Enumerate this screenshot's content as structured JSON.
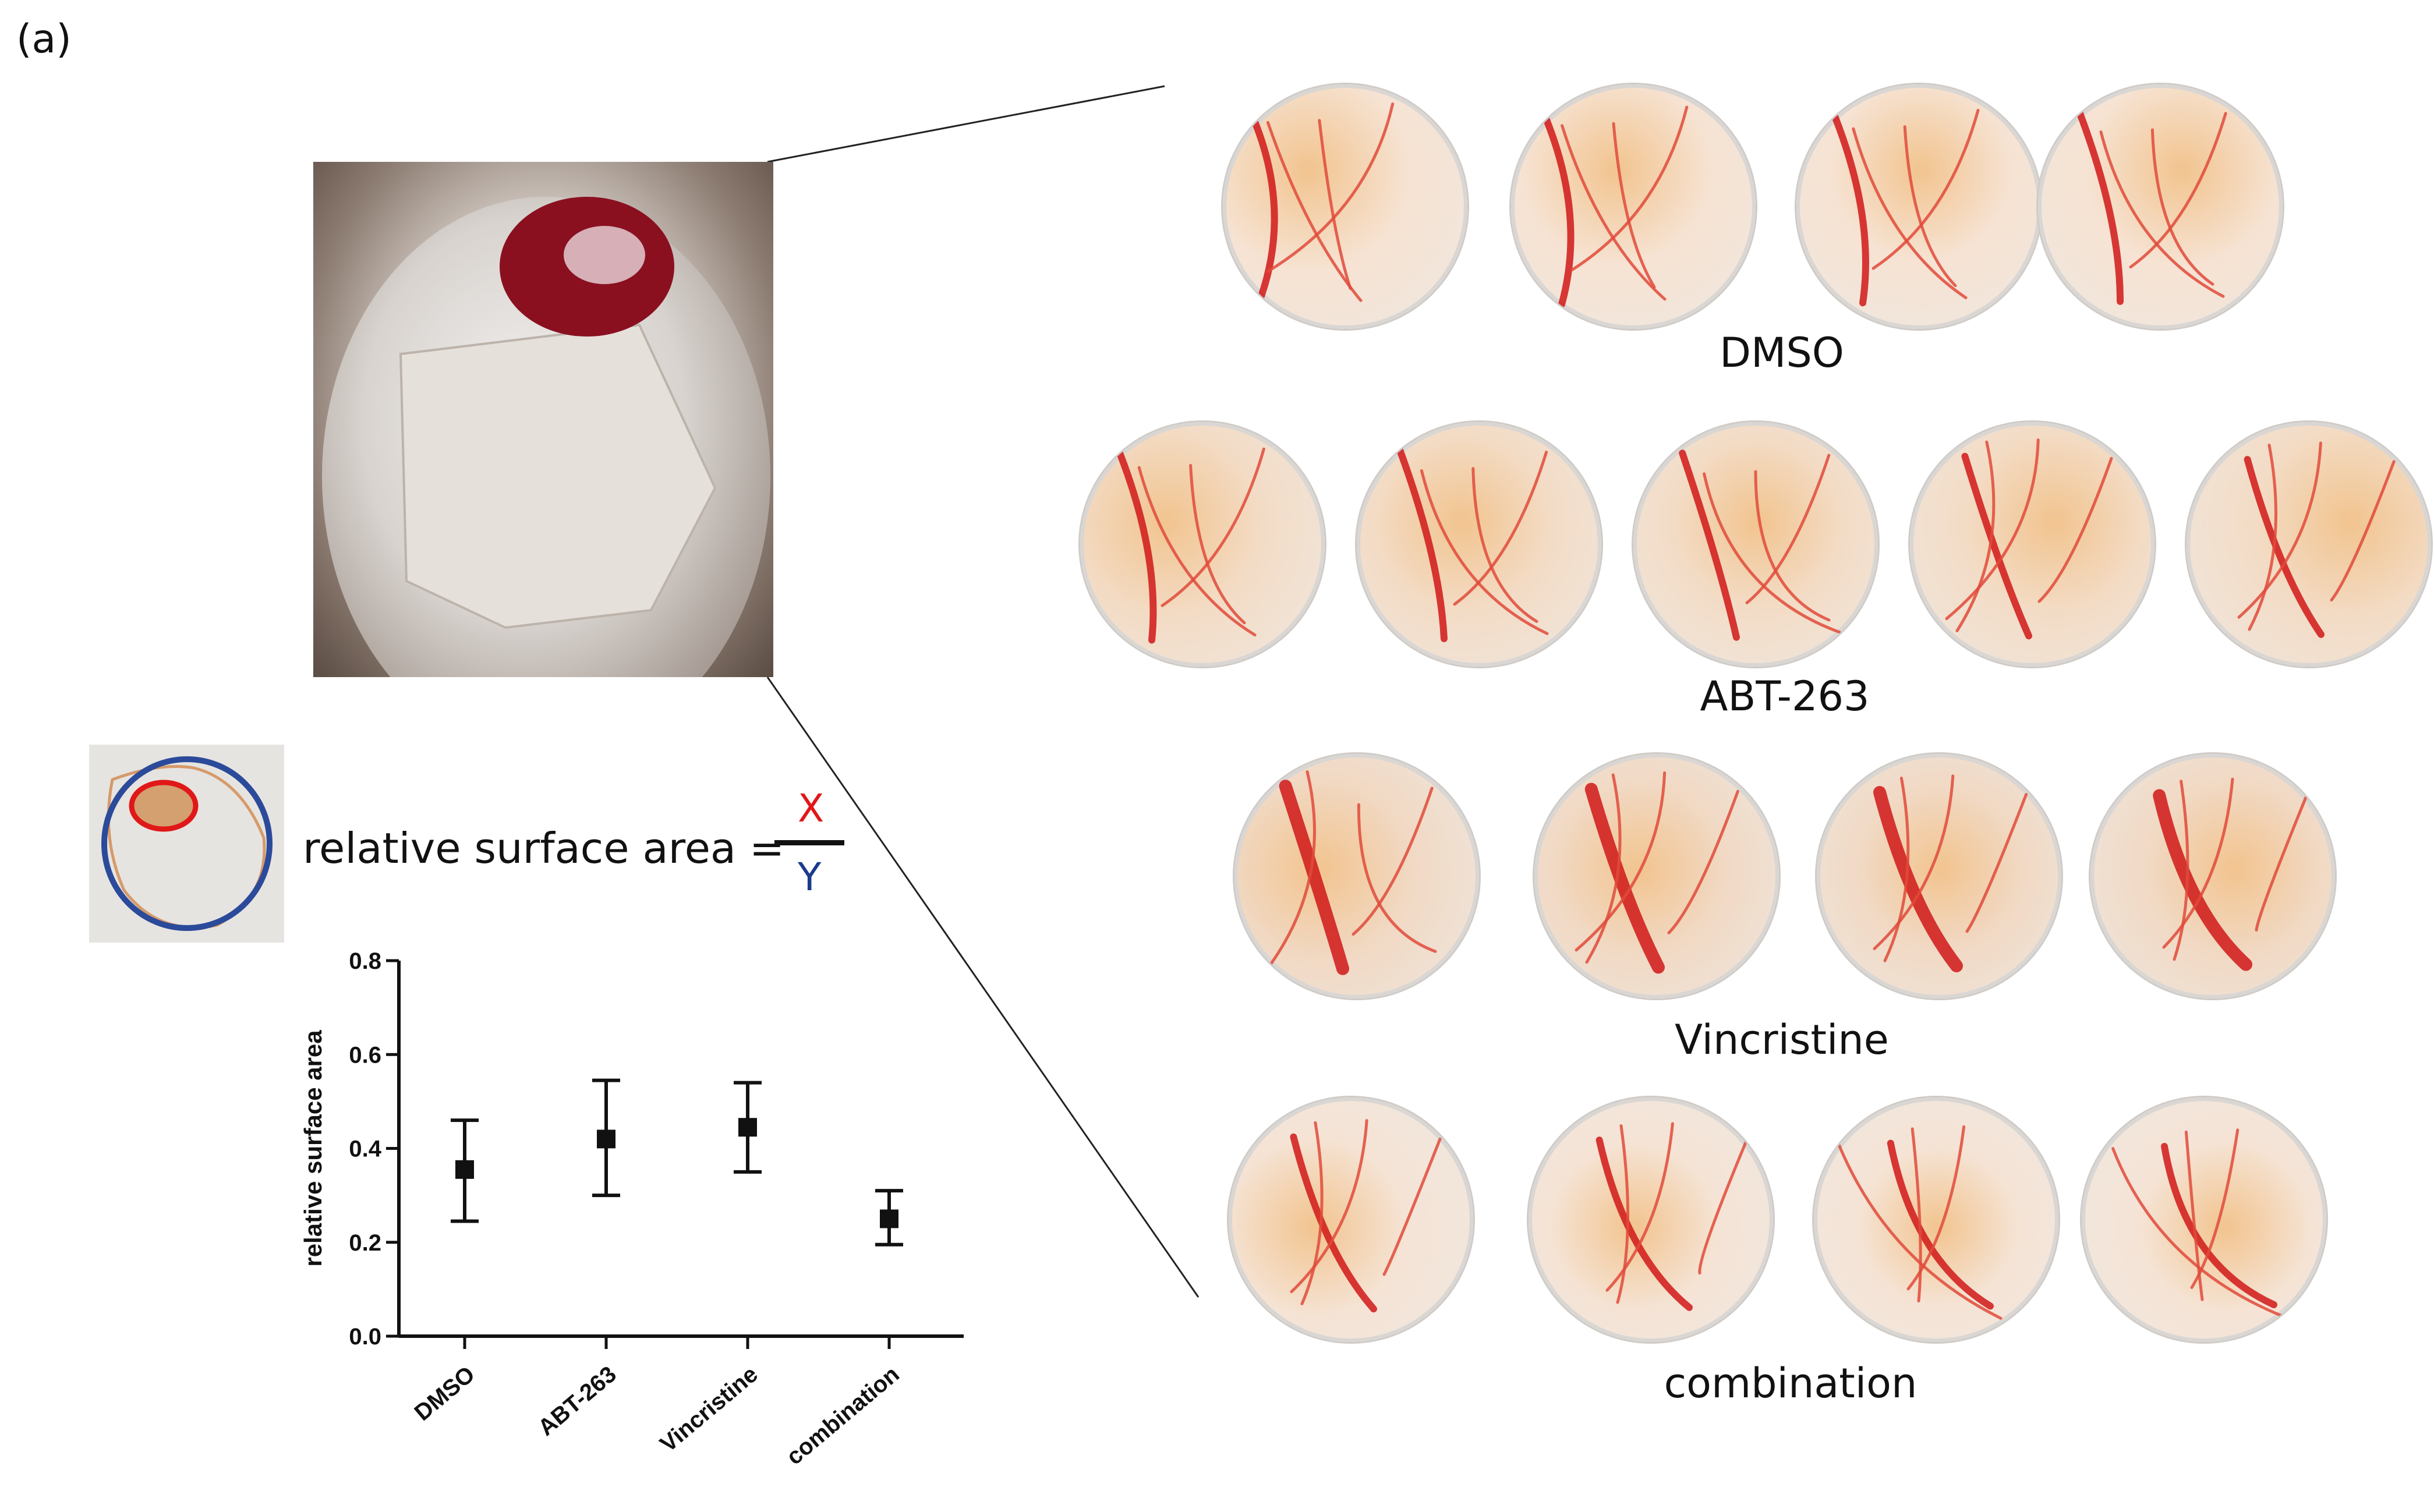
{
  "panel_label": "(a)",
  "formula": {
    "text": "relative surface area =",
    "numerator": "X",
    "denominator": "Y",
    "numerator_color": "#e01818",
    "denominator_color": "#1a3a8c"
  },
  "groups": [
    {
      "label": "DMSO",
      "wells": 4
    },
    {
      "label": "ABT-263",
      "wells": 5
    },
    {
      "label": "Vincristine",
      "wells": 4
    },
    {
      "label": "combination",
      "wells": 4
    }
  ],
  "chart_data": {
    "type": "scatter",
    "ylabel": "relative surface area",
    "ylim": [
      0.0,
      0.8
    ],
    "yticks": [
      "0.0",
      "0.2",
      "0.4",
      "0.6",
      "0.8"
    ],
    "categories": [
      "DMSO",
      "ABT-263",
      "Vincristine",
      "combination"
    ],
    "values": [
      0.355,
      0.42,
      0.445,
      0.25
    ],
    "err_low": [
      0.245,
      0.3,
      0.35,
      0.195
    ],
    "err_high": [
      0.46,
      0.545,
      0.54,
      0.31
    ],
    "grid": false
  }
}
